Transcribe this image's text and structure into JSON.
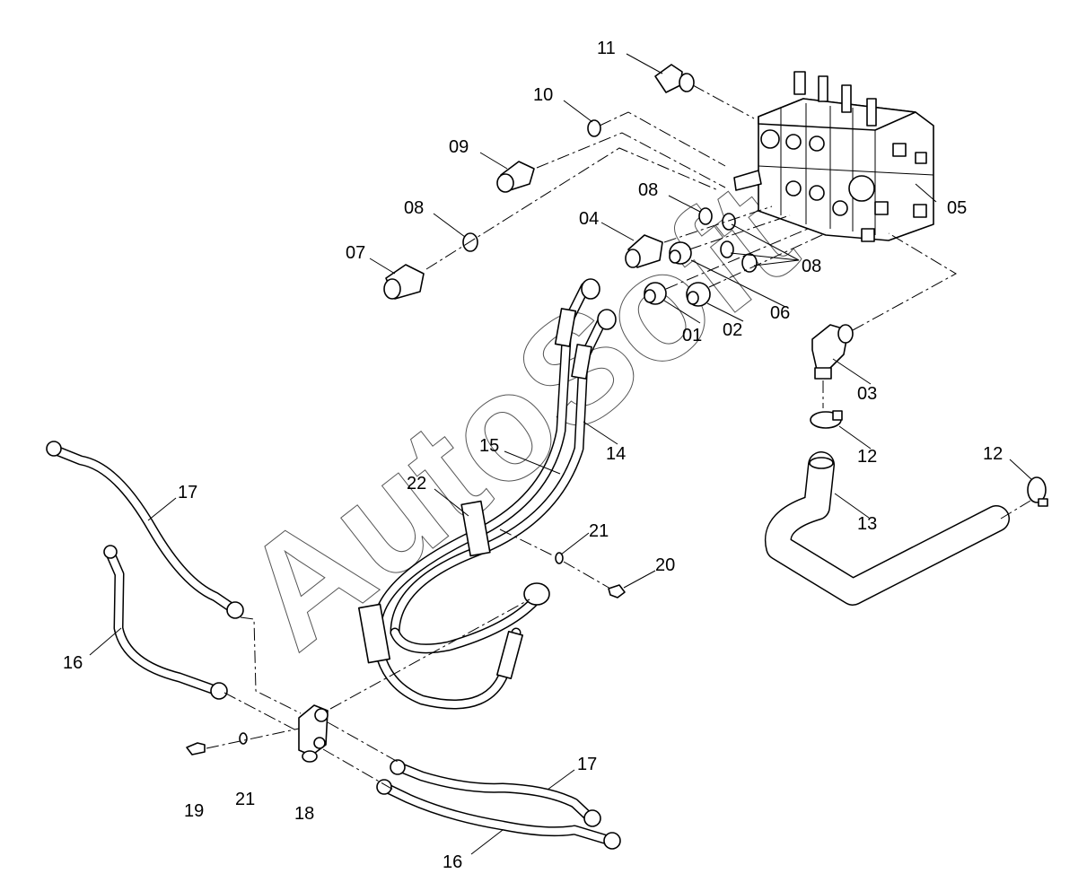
{
  "watermark": "AutoSoft",
  "callouts": [
    {
      "id": "c01",
      "text": "01"
    },
    {
      "id": "c02",
      "text": "02"
    },
    {
      "id": "c03",
      "text": "03"
    },
    {
      "id": "c04",
      "text": "04"
    },
    {
      "id": "c05",
      "text": "05"
    },
    {
      "id": "c06",
      "text": "06"
    },
    {
      "id": "c07",
      "text": "07"
    },
    {
      "id": "c08a",
      "text": "08"
    },
    {
      "id": "c08b",
      "text": "08"
    },
    {
      "id": "c08c",
      "text": "08"
    },
    {
      "id": "c09",
      "text": "09"
    },
    {
      "id": "c10",
      "text": "10"
    },
    {
      "id": "c11",
      "text": "11"
    },
    {
      "id": "c12a",
      "text": "12"
    },
    {
      "id": "c12b",
      "text": "12"
    },
    {
      "id": "c13",
      "text": "13"
    },
    {
      "id": "c14",
      "text": "14"
    },
    {
      "id": "c15",
      "text": "15"
    },
    {
      "id": "c16a",
      "text": "16"
    },
    {
      "id": "c16b",
      "text": "16"
    },
    {
      "id": "c17a",
      "text": "17"
    },
    {
      "id": "c17b",
      "text": "17"
    },
    {
      "id": "c18",
      "text": "18"
    },
    {
      "id": "c19",
      "text": "19"
    },
    {
      "id": "c20",
      "text": "20"
    },
    {
      "id": "c21a",
      "text": "21"
    },
    {
      "id": "c21b",
      "text": "21"
    },
    {
      "id": "c22",
      "text": "22"
    }
  ]
}
